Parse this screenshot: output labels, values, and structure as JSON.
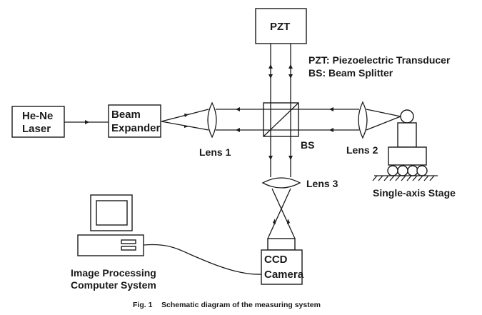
{
  "components": {
    "laser": {
      "line1": "He-Ne",
      "line2": "Laser"
    },
    "expander": {
      "line1": "Beam",
      "line2": "Expander"
    },
    "pzt": {
      "label": "PZT"
    },
    "lens1": {
      "label": "Lens 1"
    },
    "lens2": {
      "label": "Lens 2"
    },
    "lens3": {
      "label": "Lens 3"
    },
    "bs": {
      "label": "BS"
    },
    "stage": {
      "label": "Single-axis Stage"
    },
    "ccd": {
      "line1": "CCD",
      "line2": "Camera"
    },
    "computer": {
      "line1": "Image Processing",
      "line2": "Computer System"
    }
  },
  "legend": {
    "pzt": "PZT: Piezoelectric Transducer",
    "bs": "BS: Beam Splitter"
  },
  "caption": {
    "number": "Fig. 1",
    "text": "Schematic diagram of the measuring system"
  }
}
